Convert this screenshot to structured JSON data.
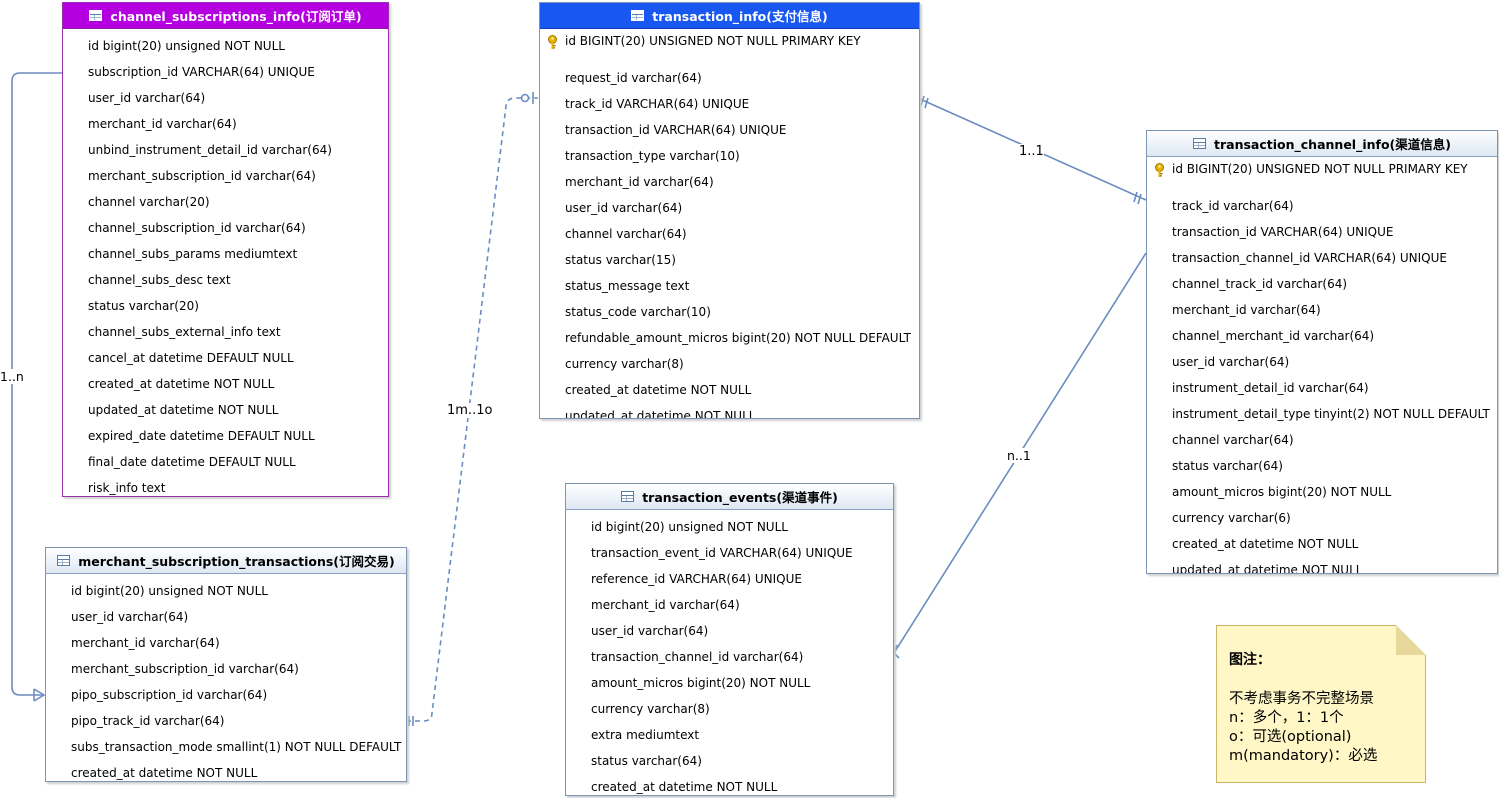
{
  "tables": {
    "channel_subscriptions": {
      "title": "channel_subscriptions_info(订阅订单)",
      "columns": [
        "id bigint(20) unsigned NOT NULL",
        "subscription_id VARCHAR(64) UNIQUE",
        "user_id varchar(64)",
        "merchant_id varchar(64)",
        "unbind_instrument_detail_id varchar(64)",
        "merchant_subscription_id varchar(64)",
        "channel varchar(20)",
        "channel_subscription_id varchar(64)",
        "channel_subs_params mediumtext",
        "channel_subs_desc text",
        "status varchar(20)",
        "channel_subs_external_info text",
        "cancel_at datetime DEFAULT NULL",
        "created_at datetime NOT NULL",
        "updated_at datetime NOT NULL",
        "expired_date datetime DEFAULT NULL",
        "final_date datetime DEFAULT NULL",
        "risk_info text"
      ]
    },
    "transaction_info": {
      "title": "transaction_info(支付信息)",
      "pk": "id BIGINT(20) UNSIGNED NOT NULL PRIMARY KEY",
      "columns": [
        "request_id varchar(64)",
        "track_id VARCHAR(64) UNIQUE",
        "transaction_id VARCHAR(64) UNIQUE",
        "transaction_type varchar(10)",
        "merchant_id varchar(64)",
        "user_id varchar(64)",
        "channel varchar(64)",
        "status varchar(15)",
        "status_message text",
        "status_code varchar(10)",
        "refundable_amount_micros bigint(20) NOT NULL DEFAULT",
        "currency varchar(8)",
        "created_at datetime NOT NULL",
        "updated_at datetime NOT NULL"
      ]
    },
    "transaction_channel_info": {
      "title": "transaction_channel_info(渠道信息)",
      "pk": "id BIGINT(20) UNSIGNED NOT NULL PRIMARY KEY",
      "columns": [
        "track_id varchar(64)",
        "transaction_id VARCHAR(64) UNIQUE",
        "transaction_channel_id VARCHAR(64) UNIQUE",
        "channel_track_id varchar(64)",
        "merchant_id varchar(64)",
        "channel_merchant_id varchar(64)",
        "user_id varchar(64)",
        "instrument_detail_id varchar(64)",
        "instrument_detail_type tinyint(2) NOT NULL DEFAULT",
        "channel varchar(64)",
        "status varchar(64)",
        "amount_micros bigint(20) NOT NULL",
        "currency varchar(6)",
        "created_at datetime NOT NULL",
        "updated_at datetime NOT NULL"
      ]
    },
    "merchant_subscription_transactions": {
      "title": "merchant_subscription_transactions(订阅交易)",
      "columns": [
        "id bigint(20) unsigned NOT NULL",
        "user_id varchar(64)",
        "merchant_id varchar(64)",
        "merchant_subscription_id varchar(64)",
        "pipo_subscription_id varchar(64)",
        "pipo_track_id varchar(64)",
        "subs_transaction_mode smallint(1) NOT NULL DEFAULT",
        "created_at datetime NOT NULL"
      ]
    },
    "transaction_events": {
      "title": "transaction_events(渠道事件)",
      "columns": [
        "id bigint(20) unsigned NOT NULL",
        "transaction_event_id VARCHAR(64) UNIQUE",
        "reference_id VARCHAR(64) UNIQUE",
        "merchant_id varchar(64)",
        "user_id varchar(64)",
        "transaction_channel_id varchar(64)",
        "amount_micros bigint(20) NOT NULL",
        "currency varchar(8)",
        "extra mediumtext",
        "status varchar(64)",
        "created_at datetime NOT NULL"
      ]
    }
  },
  "relations": {
    "r1": "1..n",
    "r2": "1m..1o",
    "r3": "1..1",
    "r4": "n..1"
  },
  "note": {
    "title": "图注：",
    "lines": [
      "不考虑事务不完整场景",
      "n：多个，1：1个",
      "o：可选(optional)",
      "m(mandatory)：必选"
    ]
  },
  "colors": {
    "purple_header": "#b400e0",
    "blue_header": "#1858f0",
    "line": "#6b8cc0",
    "note_bg": "#fff7c6"
  }
}
